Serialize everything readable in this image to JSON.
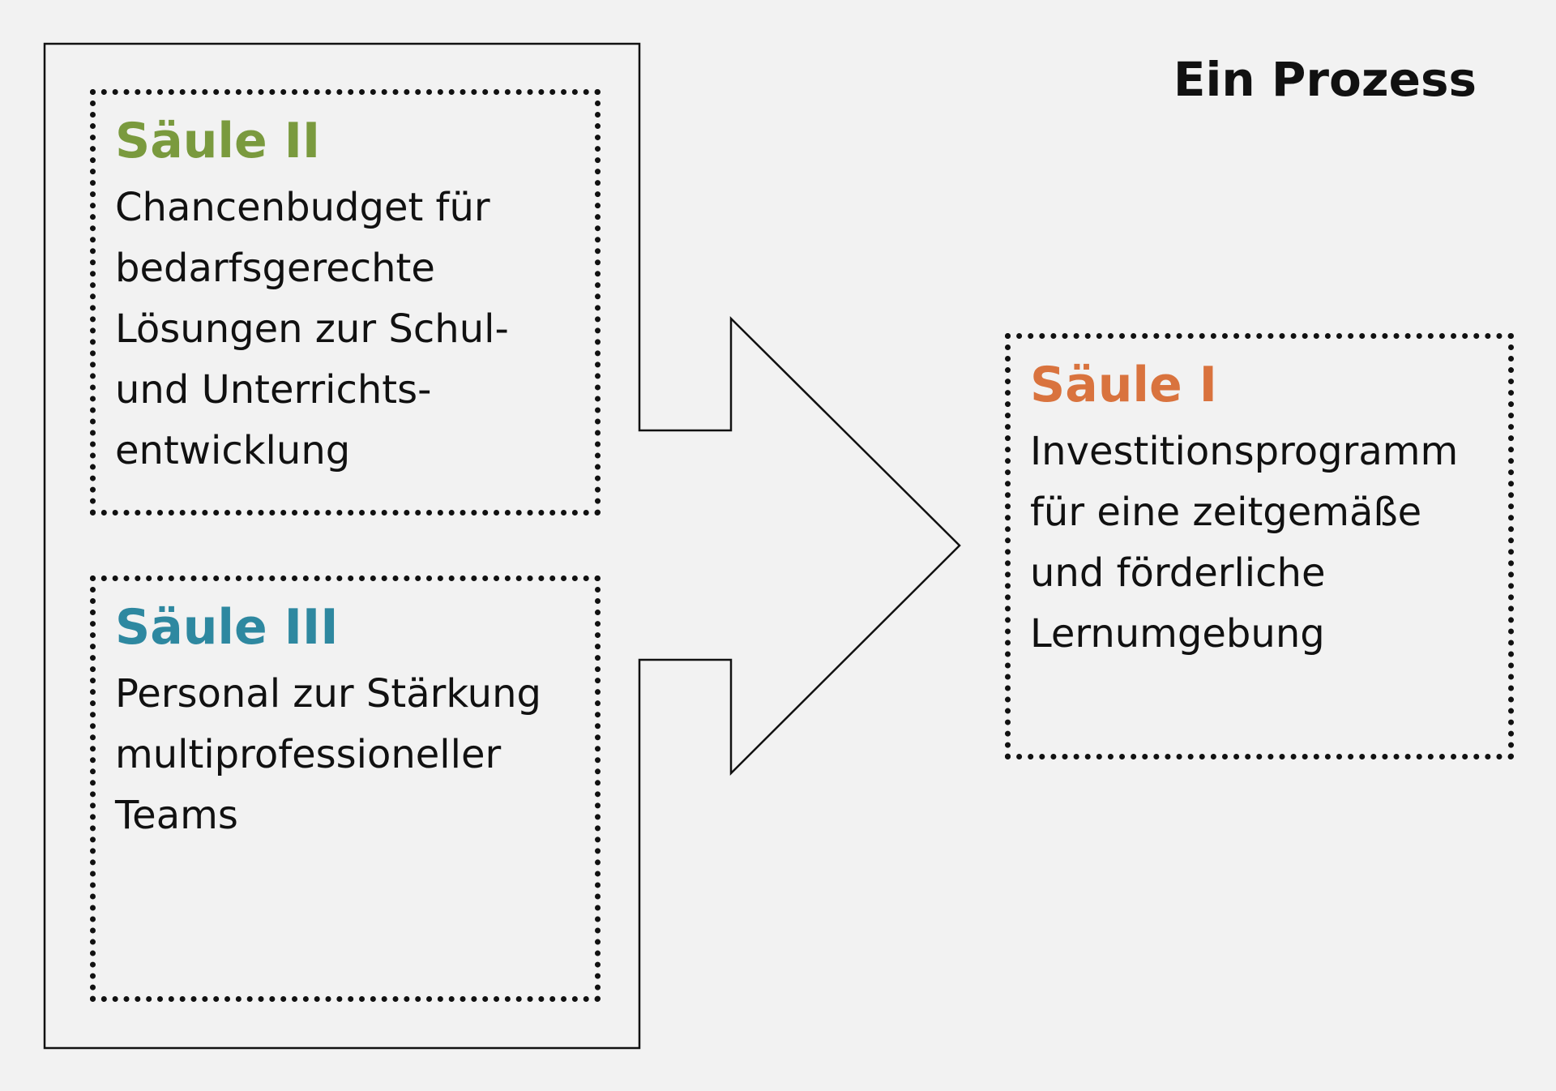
{
  "process_title": "Ein Prozess",
  "colors": {
    "background": "#f2f2f2",
    "outline": "#111111",
    "saeule_1": "#d9733e",
    "saeule_2": "#7a9a3e",
    "saeule_3": "#2e88a0"
  },
  "pillars": {
    "saeule_2": {
      "title": "Säule II",
      "lines": [
        "Chancenbudget für",
        "bedarfsgerechte",
        "Lösungen zur Schul-",
        "und Unterrichts-",
        "entwicklung"
      ]
    },
    "saeule_3": {
      "title": "Säule III",
      "lines": [
        "Personal zur Stärkung",
        "multiprofessioneller",
        "Teams"
      ]
    },
    "saeule_1": {
      "title": "Säule I",
      "lines": [
        "Investitionsprogramm",
        "für eine zeitgemäße",
        "und förderliche",
        "Lernumgebung"
      ]
    }
  }
}
